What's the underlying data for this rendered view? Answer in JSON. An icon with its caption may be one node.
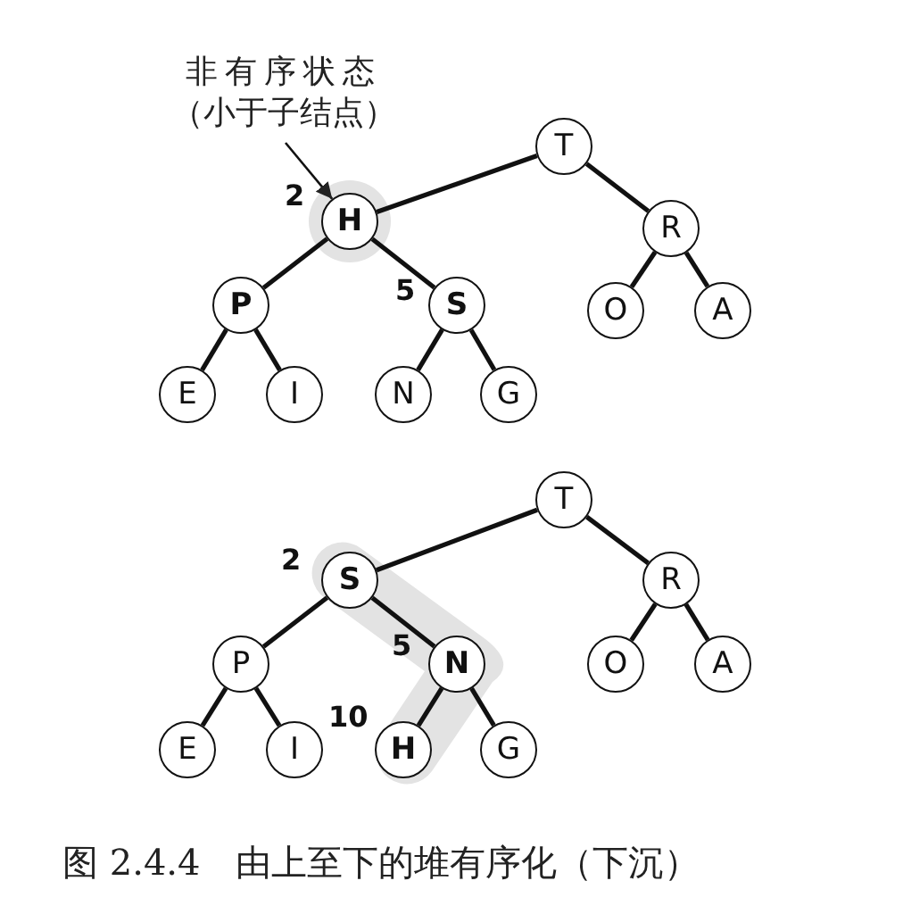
{
  "diagram": {
    "caption": "图 2.4.4　由上至下的堆有序化（下沉）",
    "nodes": [
      {
        "text": [
          "非有序状态（小于子结点）"
        ]
      },
      {
        "text": [
          "T"
        ]
      },
      {
        "text": [
          "H"
        ],
        "beside": [
          "2"
        ]
      },
      {
        "text": [
          "R"
        ]
      },
      {
        "text": [
          "P"
        ]
      },
      {
        "text": [
          "S"
        ],
        "beside": [
          "5"
        ]
      },
      {
        "text": [
          "O"
        ]
      },
      {
        "text": [
          "A"
        ]
      },
      {
        "text": [
          "E"
        ]
      },
      {
        "text": [
          "I"
        ]
      },
      {
        "text": [
          "N"
        ]
      },
      {
        "text": [
          "G"
        ]
      },
      {
        "text": [
          "T"
        ]
      },
      {
        "text": [
          "S"
        ],
        "beside": [
          "2"
        ]
      },
      {
        "text": [
          "R"
        ]
      },
      {
        "text": [
          "P"
        ]
      },
      {
        "text": [
          "N"
        ],
        "beside": [
          "5"
        ]
      },
      {
        "text": [
          "O"
        ]
      },
      {
        "text": [
          "A"
        ]
      },
      {
        "text": [
          "E"
        ]
      },
      {
        "text": [
          "I"
        ]
      },
      {
        "text": [
          "H"
        ],
        "beside": [
          "10"
        ]
      },
      {
        "text": [
          "G"
        ]
      }
    ],
    "edges": [
      {
        "from": 0,
        "to": 2,
        "arrow": "to"
      },
      {
        "from": 1,
        "to": 2,
        "arrow": "none"
      },
      {
        "from": 1,
        "to": 3,
        "arrow": "none"
      },
      {
        "from": 2,
        "to": 4,
        "arrow": "none"
      },
      {
        "from": 2,
        "to": 5,
        "arrow": "none"
      },
      {
        "from": 3,
        "to": 6,
        "arrow": "none"
      },
      {
        "from": 3,
        "to": 7,
        "arrow": "none"
      },
      {
        "from": 4,
        "to": 8,
        "arrow": "none"
      },
      {
        "from": 4,
        "to": 9,
        "arrow": "none"
      },
      {
        "from": 5,
        "to": 10,
        "arrow": "none"
      },
      {
        "from": 5,
        "to": 11,
        "arrow": "none"
      },
      {
        "from": 12,
        "to": 13,
        "arrow": "none"
      },
      {
        "from": 12,
        "to": 14,
        "arrow": "none"
      },
      {
        "from": 13,
        "to": 15,
        "arrow": "none"
      },
      {
        "from": 13,
        "to": 16,
        "arrow": "none"
      },
      {
        "from": 14,
        "to": 17,
        "arrow": "none"
      },
      {
        "from": 14,
        "to": 18,
        "arrow": "none"
      },
      {
        "from": 15,
        "to": 19,
        "arrow": "none"
      },
      {
        "from": 15,
        "to": 20,
        "arrow": "none"
      },
      {
        "from": 16,
        "to": 21,
        "arrow": "none"
      },
      {
        "from": 16,
        "to": 22,
        "arrow": "none"
      }
    ]
  }
}
